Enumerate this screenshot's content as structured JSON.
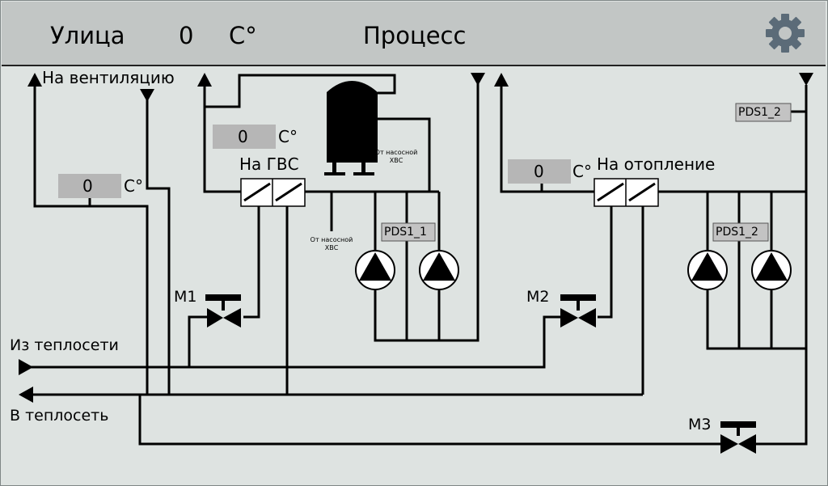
{
  "header": {
    "street_label": "Улица",
    "street_temp": "0",
    "temp_unit": "C°",
    "title": "Процесс",
    "settings_icon": "gear-icon"
  },
  "ventilation": {
    "label": "На вентиляцию",
    "temp": "0",
    "unit": "C°"
  },
  "hot_water": {
    "label": "На ГВС",
    "temp": "0",
    "unit": "C°",
    "pump_sensor": "PDS1_1",
    "note_tank": "От насосной ХВС",
    "note_pipe": "От насосной ХВС"
  },
  "heating": {
    "label": "На отопление",
    "temp": "0",
    "unit": "C°",
    "pump_sensor": "PDS1_2",
    "return_sensor": "PDS1_2"
  },
  "network": {
    "supply_label": "Из теплосети",
    "return_label": "В теплосеть"
  },
  "valves": {
    "m1": "М1",
    "m2": "М2",
    "m3": "М3"
  },
  "colors": {
    "header_bg": "#c2c6c5",
    "screen_bg": "#dee3e1",
    "value_box": "#b6b6b6",
    "line": "#000000"
  }
}
